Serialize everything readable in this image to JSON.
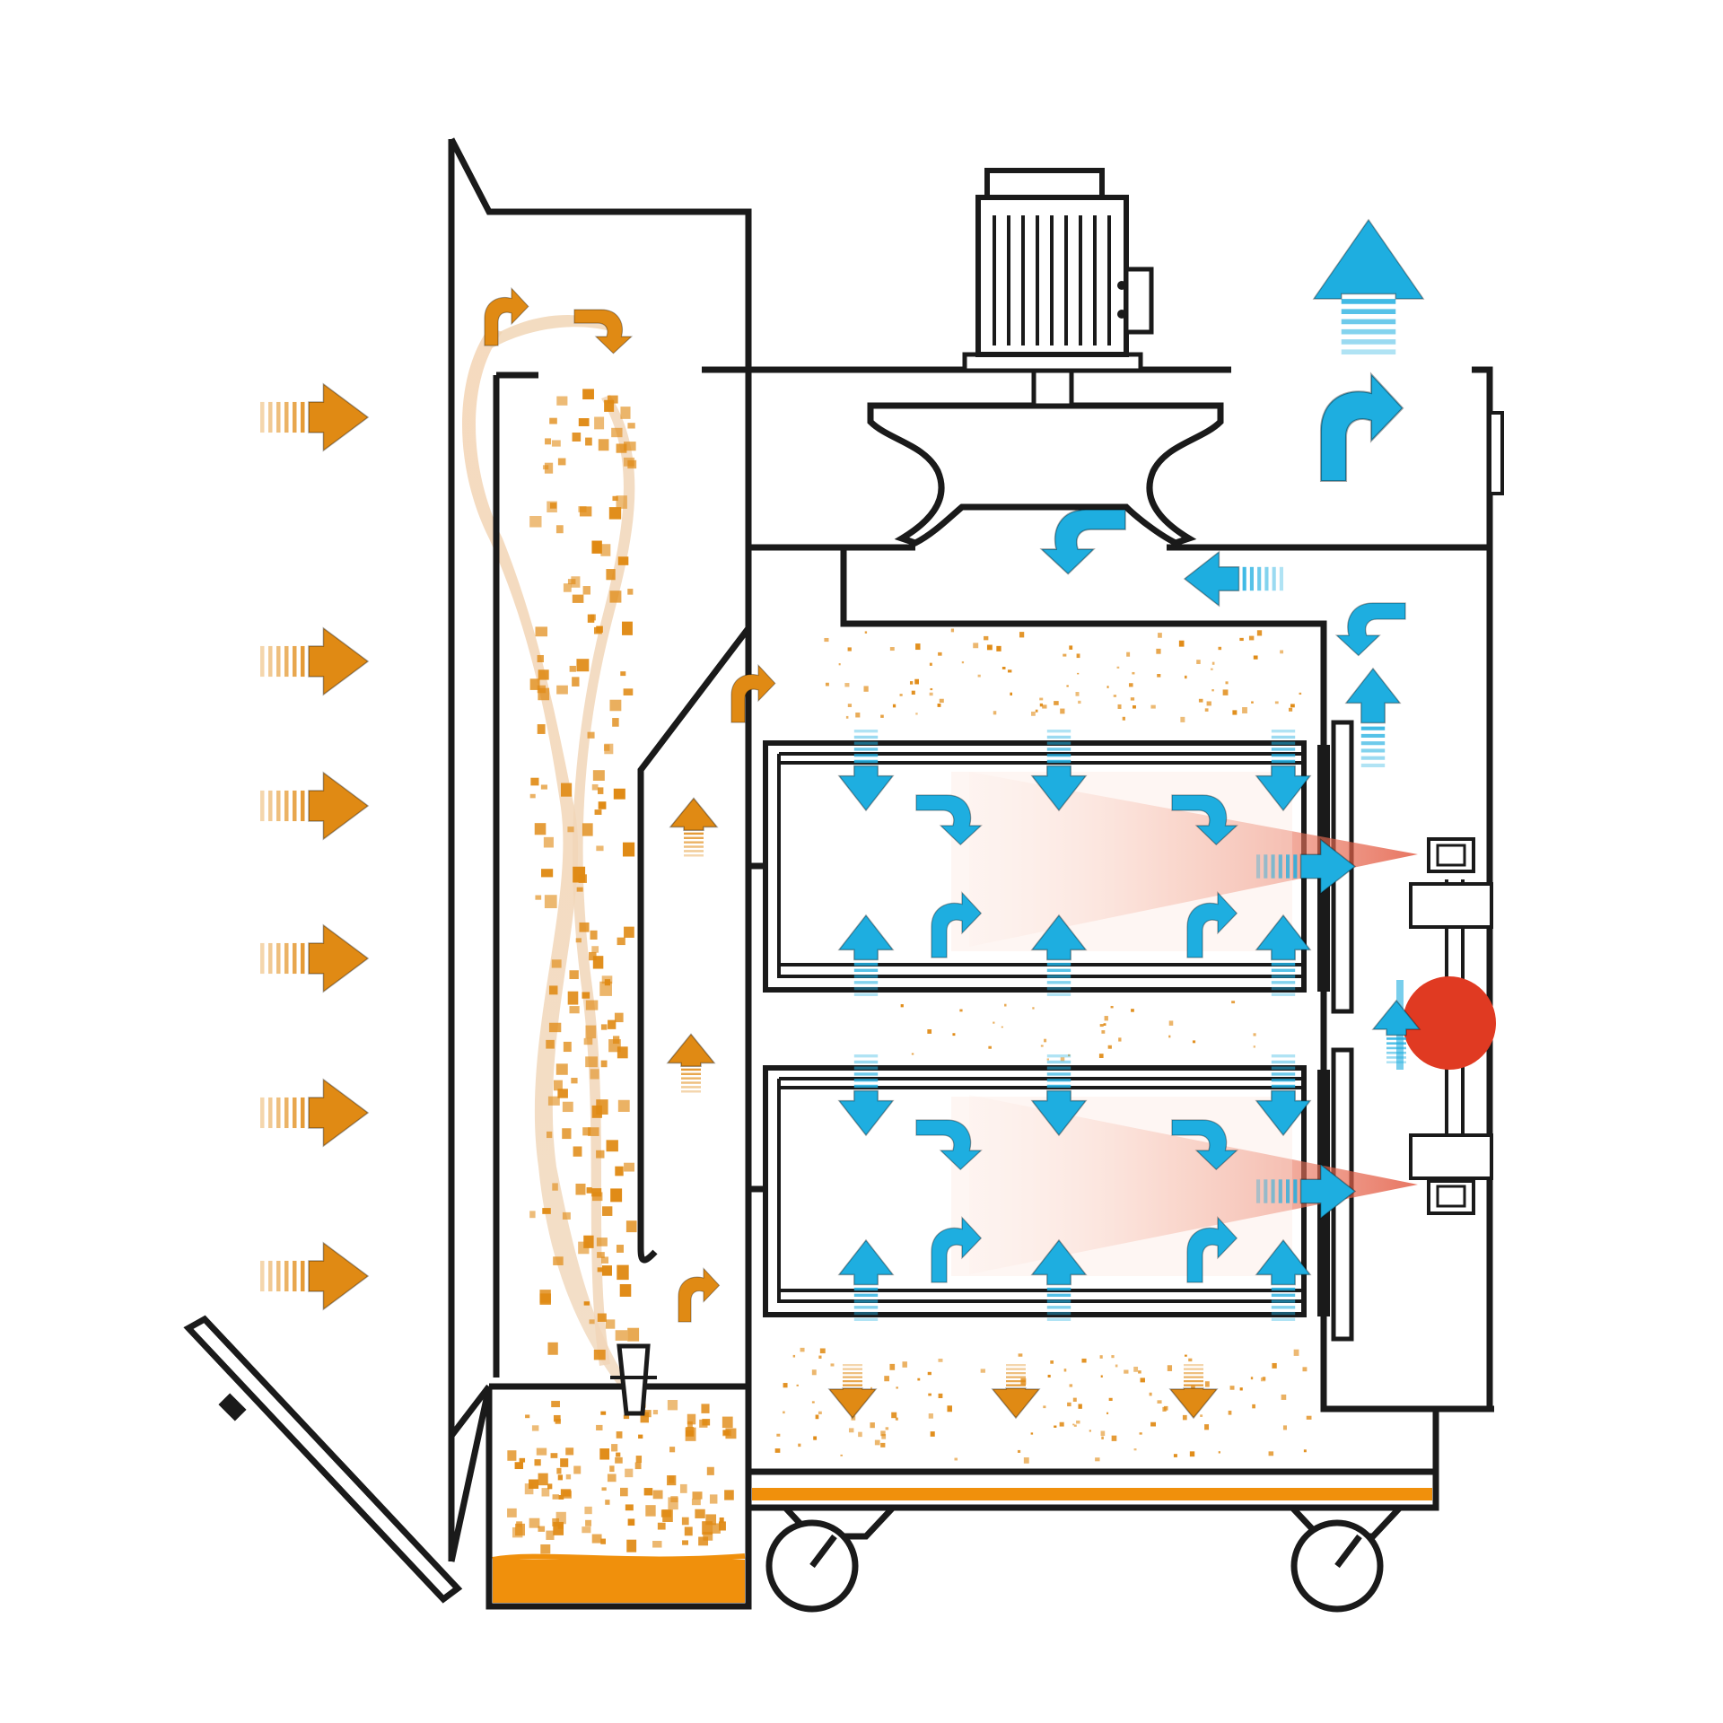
{
  "diagram": {
    "colors": {
      "outline": "#1a1a1a",
      "contaminant_flow": "#e08a14",
      "clean_air_flow": "#1eaee0",
      "collected_liquid": "#f0900c",
      "heater_spray": "#e05038",
      "pump_motor": "#e03a22"
    },
    "icons": [
      "motor-icon",
      "fan-impeller-icon",
      "wheel-icon",
      "pump-icon",
      "nozzle-icon"
    ],
    "components": [
      "inlet-duct",
      "pre-separator",
      "drain-valve",
      "collection-tank",
      "filter-chamber",
      "filter-cartridge-upper",
      "filter-cartridge-lower",
      "fan-housing",
      "fan-motor",
      "exhaust-outlet",
      "spray-manifold",
      "access-door"
    ]
  }
}
